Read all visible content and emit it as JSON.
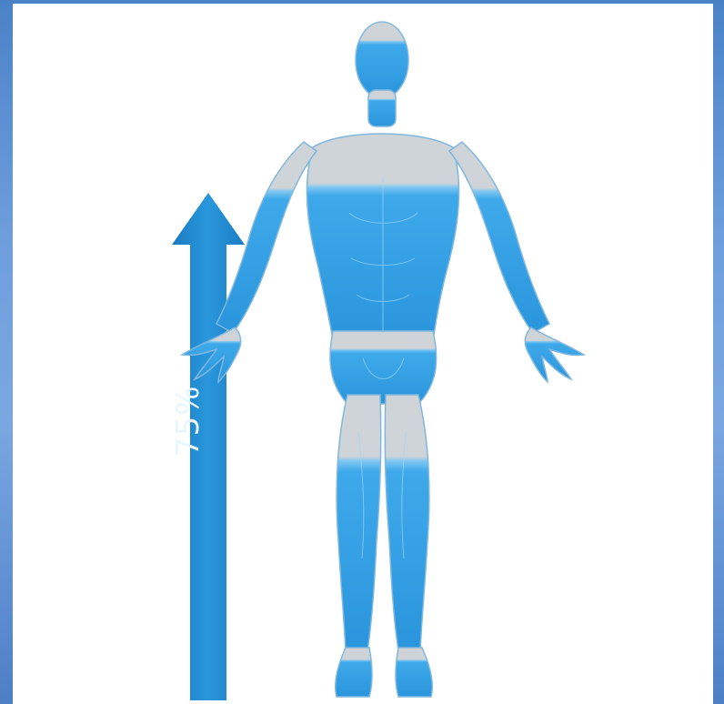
{
  "infographic": {
    "water_label": "75%",
    "water_level_fraction": 0.75
  },
  "colors": {
    "frame_blue": "#5b8fd6",
    "water_blue": "#3aa6e8",
    "water_dark": "#1f86cc",
    "arrow_blue": "#1e8ad0",
    "skin_grey": "#c9cfd4"
  },
  "icons": {
    "arrow": "up-arrow-icon",
    "figure": "human-body-figure"
  }
}
